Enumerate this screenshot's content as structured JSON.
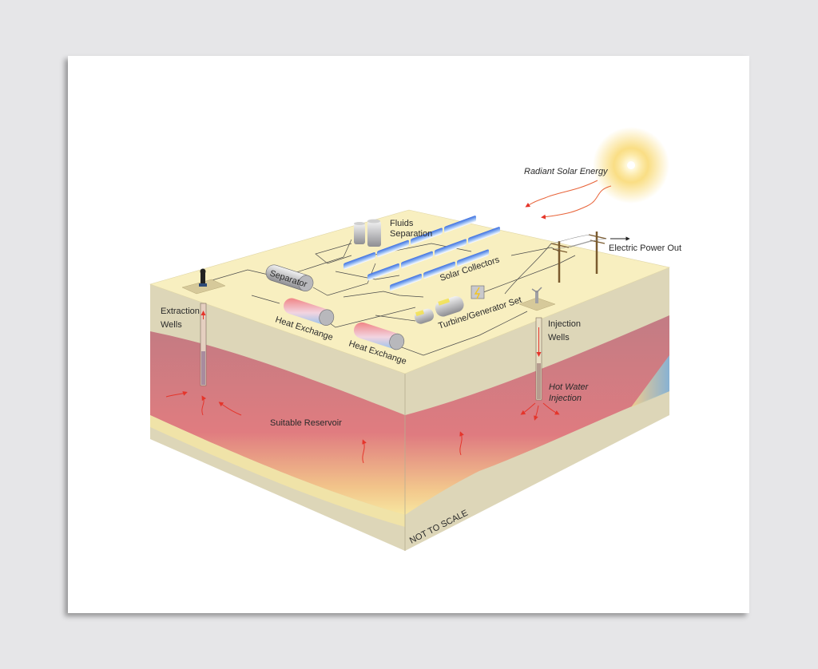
{
  "figure": {
    "title": "Solar-assisted geothermal power plant block diagram",
    "labels": {
      "radiant_solar_energy": "Radiant Solar Energy",
      "electric_power_out": "Electric Power Out",
      "fluids_separation_line1": "Fluids",
      "fluids_separation_line2": "Separation",
      "solar_collectors": "Solar Collectors",
      "separator": "Separator",
      "heat_exchange_1": "Heat Exchange",
      "heat_exchange_2": "Heat Exchange",
      "turbine_generator_set": "Turbine/Generator Set",
      "extraction_wells_line1": "Extraction",
      "extraction_wells_line2": "Wells",
      "injection_wells_line1": "Injection",
      "injection_wells_line2": "Wells",
      "hot_water_injection_line1": "Hot Water",
      "hot_water_injection_line2": "Injection",
      "suitable_reservoir": "Suitable Reservoir",
      "not_to_scale": "NOT TO SCALE"
    },
    "colors": {
      "background": "#e6e6e8",
      "paper": "#ffffff",
      "surface_top": "#f8efc0",
      "soil": "#ddd6b8",
      "reservoir_hot": "#d9727a",
      "reservoir_warm": "#f5e29a",
      "cold_water": "#7fb8dc",
      "arrow_red": "#e5352b",
      "collector_blue": "#3d6fe0",
      "sun_core": "#ffffff",
      "sun_glow": "#f8d35c"
    }
  }
}
